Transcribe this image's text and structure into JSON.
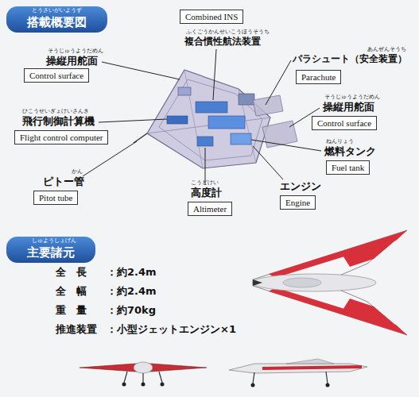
{
  "diagram": {
    "nodes": [
      {
        "text": [
          "搭載概要図"
        ]
      },
      {
        "text": [
          "Combined INS"
        ]
      },
      {
        "text": [
          "Control surface"
        ]
      },
      {
        "text": [
          "Parachute"
        ]
      },
      {
        "text": [
          "Control surface"
        ]
      },
      {
        "text": [
          "Flight control computer"
        ]
      },
      {
        "text": [
          "Fuel tank"
        ]
      },
      {
        "text": [
          "Pitot tube"
        ]
      },
      {
        "text": [
          "Altimeter"
        ]
      },
      {
        "text": [
          "Engine"
        ]
      },
      {
        "text": [
          "主要諸元"
        ]
      }
    ],
    "labels": [
      "とうさいがいようず",
      "ふくごうかんせいこうほうそうち",
      "複合慣性航法装置",
      "そうじゅうようだめん",
      "操縦用舵面",
      "あんぜんそうち",
      "パラシュート（安全装置）",
      "そうじゅうようだめん",
      "操縦用舵面",
      "ひこうせいぎょけいさんき",
      "飛行制御計算機",
      "ねんりょう",
      "燃料タンク",
      "かん",
      "ピトー管",
      "こうどけい",
      "高度計",
      "エンジン",
      "しゅようしょげん",
      "全　長",
      "：約2.4m",
      "全　幅",
      "：約2.4m",
      "重　量",
      "：約70kg",
      "推進装置",
      "：小型ジェットエンジン×1"
    ]
  }
}
